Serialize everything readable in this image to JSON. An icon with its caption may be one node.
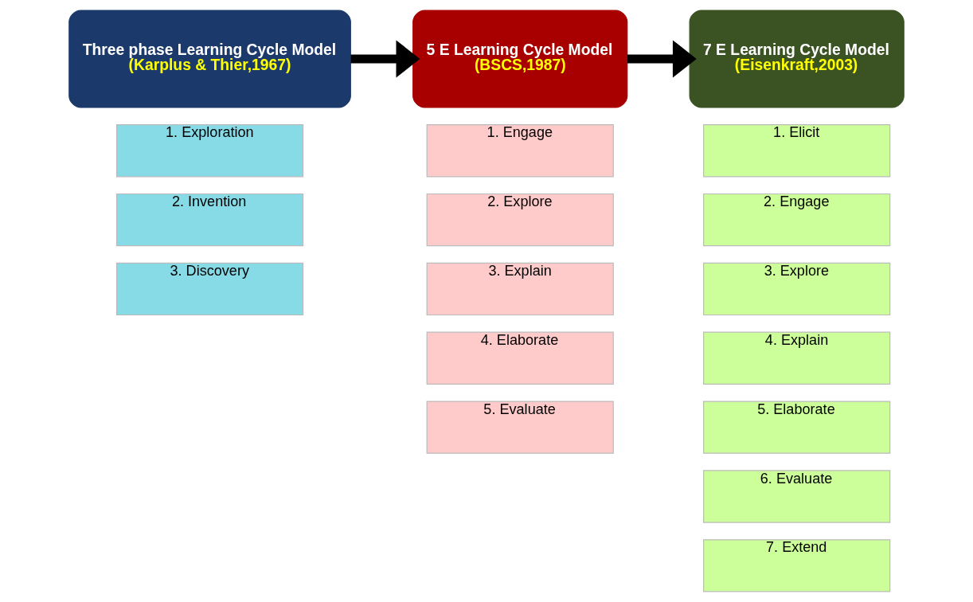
{
  "diagram": {
    "nodes": [
      {
        "text": [
          "Three phase Learning Cycle Model",
          "(Karplus & Thier,1967)"
        ]
      },
      {
        "text": [
          "1. Exploration"
        ]
      },
      {
        "text": [
          "2. Invention"
        ]
      },
      {
        "text": [
          "3. Discovery"
        ]
      },
      {
        "text": [
          "5 E Learning Cycle Model",
          "(BSCS,1987)"
        ]
      },
      {
        "text": [
          "1. Engage"
        ]
      },
      {
        "text": [
          "2. Explore"
        ]
      },
      {
        "text": [
          "3. Explain"
        ]
      },
      {
        "text": [
          "4. Elaborate"
        ]
      },
      {
        "text": [
          "5. Evaluate"
        ]
      },
      {
        "text": [
          "7 E Learning Cycle Model",
          "(Eisenkraft,2003)"
        ]
      },
      {
        "text": [
          "1. Elicit"
        ]
      },
      {
        "text": [
          "2. Engage"
        ]
      },
      {
        "text": [
          "3. Explore"
        ]
      },
      {
        "text": [
          "4. Explain"
        ]
      },
      {
        "text": [
          "5. Elaborate"
        ]
      },
      {
        "text": [
          "6. Evaluate"
        ]
      },
      {
        "text": [
          "7. Extend"
        ]
      }
    ],
    "edges": [
      {
        "from": 0,
        "to": 4,
        "arrow": "to"
      },
      {
        "from": 4,
        "to": 10,
        "arrow": "to"
      }
    ]
  }
}
